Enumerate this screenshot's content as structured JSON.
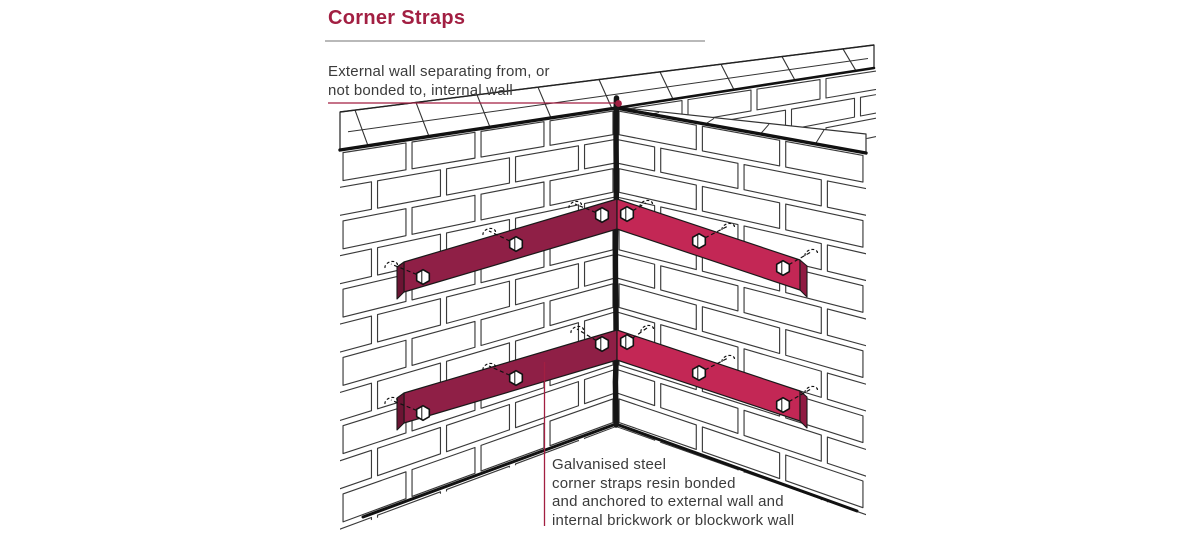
{
  "page": {
    "background": "#ffffff"
  },
  "header": {
    "title": "Corner Straps",
    "accent_color": "#A21F42",
    "rule_color": "#b9b9b9"
  },
  "annotations": {
    "text_color": "#3b3b3b",
    "leader_color": "#A21F42",
    "top": {
      "line1": "External wall separating from, or",
      "line2": "not bonded to, internal wall"
    },
    "bottom": {
      "line1": "Galvanised steel",
      "line2": "corner straps resin bonded",
      "line3": "and anchored to external wall and",
      "line4": "internal brickwork or blockwork wall"
    }
  },
  "illustration": {
    "strap_left_color": "#8F1F46",
    "strap_right_color": "#C32755",
    "strap_left_end_color": "#6B1433",
    "strap_right_end_color": "#901B42",
    "brick_fill": "#ffffff",
    "brick_stroke": "#3a3a3a",
    "edge_color": "#111111",
    "bolt_fill": "#ffffff"
  }
}
